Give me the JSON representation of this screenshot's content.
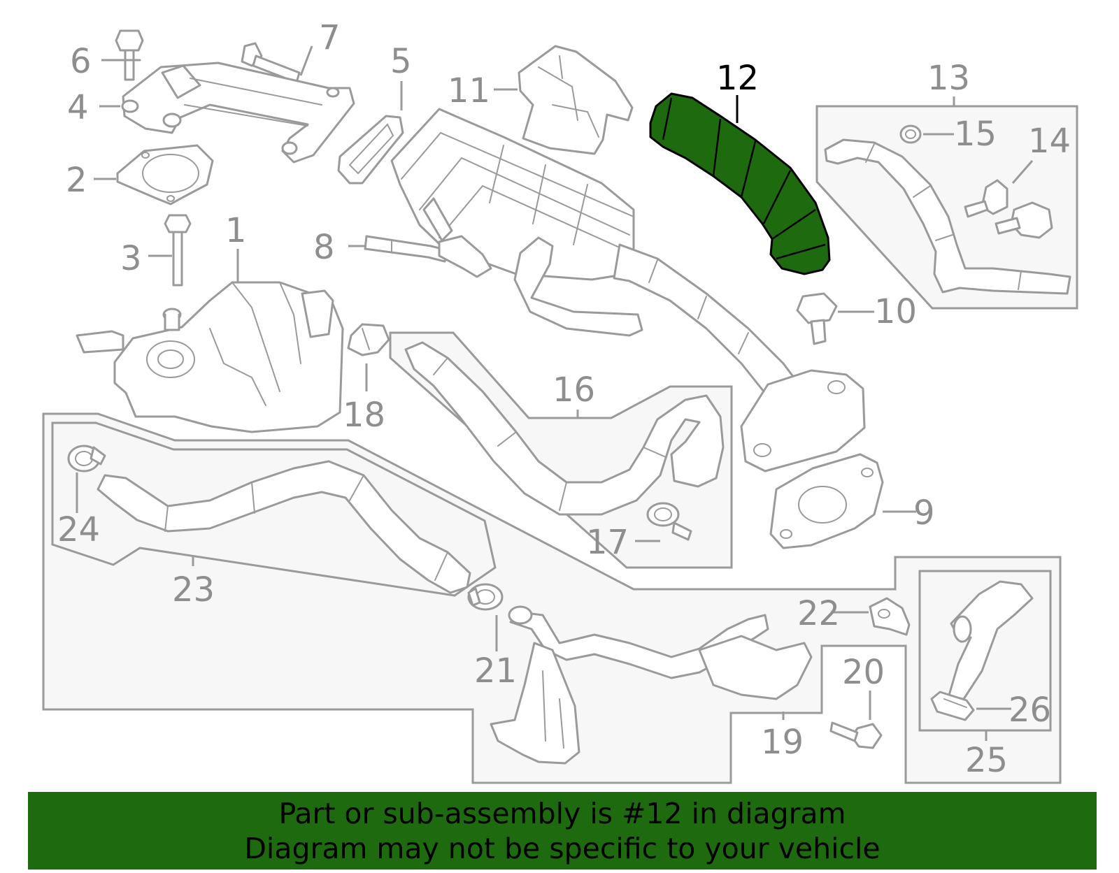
{
  "diagram": {
    "highlighted_part": "12",
    "callouts": [
      {
        "id": "c1",
        "text": "1"
      },
      {
        "id": "c2",
        "text": "2"
      },
      {
        "id": "c3",
        "text": "3"
      },
      {
        "id": "c4",
        "text": "4"
      },
      {
        "id": "c5",
        "text": "5"
      },
      {
        "id": "c6",
        "text": "6"
      },
      {
        "id": "c7",
        "text": "7"
      },
      {
        "id": "c8",
        "text": "8"
      },
      {
        "id": "c9",
        "text": "9"
      },
      {
        "id": "c10",
        "text": "10"
      },
      {
        "id": "c11",
        "text": "11"
      },
      {
        "id": "c12",
        "text": "12"
      },
      {
        "id": "c13",
        "text": "13"
      },
      {
        "id": "c14",
        "text": "14"
      },
      {
        "id": "c15",
        "text": "15"
      },
      {
        "id": "c16",
        "text": "16"
      },
      {
        "id": "c17",
        "text": "17"
      },
      {
        "id": "c18",
        "text": "18"
      },
      {
        "id": "c19",
        "text": "19"
      },
      {
        "id": "c20",
        "text": "20"
      },
      {
        "id": "c21",
        "text": "21"
      },
      {
        "id": "c22",
        "text": "22"
      },
      {
        "id": "c23",
        "text": "23"
      },
      {
        "id": "c24",
        "text": "24"
      },
      {
        "id": "c25",
        "text": "25"
      },
      {
        "id": "c26",
        "text": "26"
      }
    ]
  },
  "banner": {
    "line1": "Part or sub-assembly is #12 in diagram",
    "line2": "Diagram may not be specific to your vehicle",
    "background_color": "#1e6b0f"
  },
  "colors": {
    "highlight": "#1e6b0f",
    "outline": "#9a9a9a",
    "label": "#8e8e8e"
  }
}
